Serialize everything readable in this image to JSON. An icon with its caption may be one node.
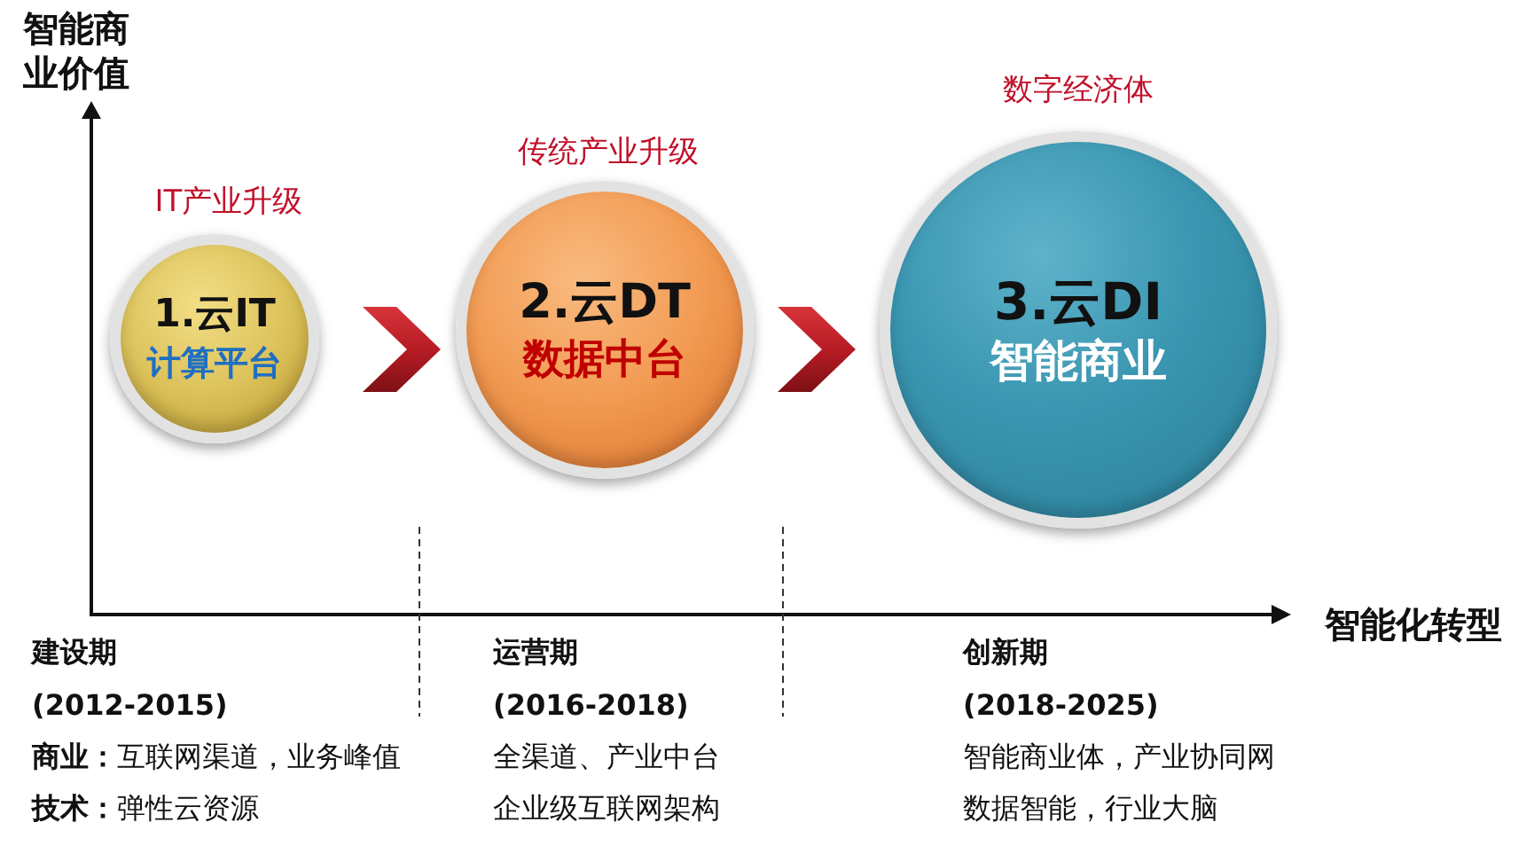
{
  "diagram": {
    "nodes": [
      {
        "text": [
          "1.云IT",
          "计算平台"
        ],
        "beside": [
          "IT产业升级"
        ]
      },
      {
        "text": [
          "2.云DT",
          "数据中台"
        ],
        "beside": [
          "传统产业升级"
        ]
      },
      {
        "text": [
          "3.云DI",
          "智能商业"
        ],
        "beside": [
          "数字经济体"
        ]
      }
    ],
    "edges": [
      {
        "from": 0,
        "to": 1,
        "arrow": "to"
      },
      {
        "from": 1,
        "to": 2,
        "arrow": "to"
      }
    ],
    "labels": [
      "智能商业价值",
      "智能化转型",
      "建设期",
      "(2012-2015)",
      "**商业：**互联网渠道，业务峰值",
      "**技术：**弹性云资源",
      "运营期",
      "(2016-2018)",
      "全渠道、产业中台",
      "企业级互联网架构",
      "创新期",
      "(2018-2025)",
      "智能商业体，产业协同网",
      "数据智能，行业大脑"
    ]
  }
}
